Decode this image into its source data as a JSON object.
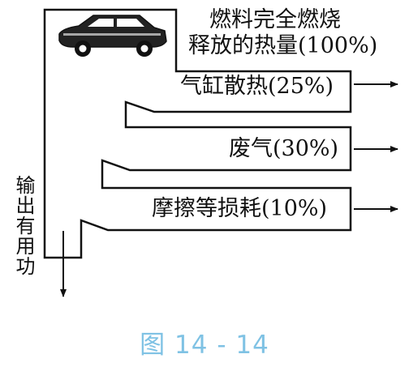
{
  "source": {
    "line1": "燃料完全燃烧",
    "line2": "释放的热量(100%)"
  },
  "losses": [
    {
      "label": "气缸散热(25%)"
    },
    {
      "label": "废气(30%)"
    },
    {
      "label": "摩擦等损耗(10%)"
    }
  ],
  "useful_work": "输出有用功",
  "caption": "图 14 - 14",
  "colors": {
    "line": "#111111",
    "caption": "#7fc2e4"
  },
  "icons": {
    "car": "car-icon"
  }
}
